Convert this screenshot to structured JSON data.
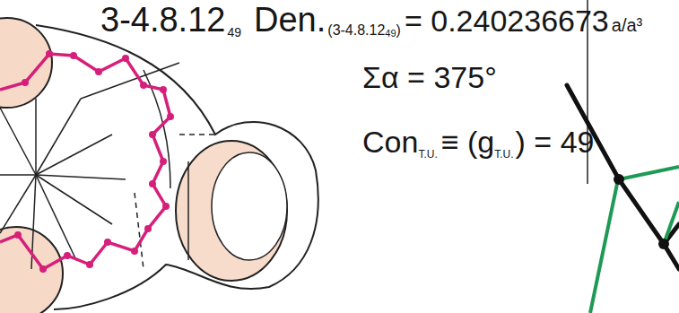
{
  "diagram": {
    "labels": [
      "3-4.8.12",
      "49",
      "Den.",
      "(3-4.8.12",
      "49",
      ")",
      "= 0.240236673",
      "a/a³",
      "Σα = 375°",
      "Con",
      "T.U.",
      "≡ (g",
      "T.U.",
      ") = 49"
    ]
  }
}
